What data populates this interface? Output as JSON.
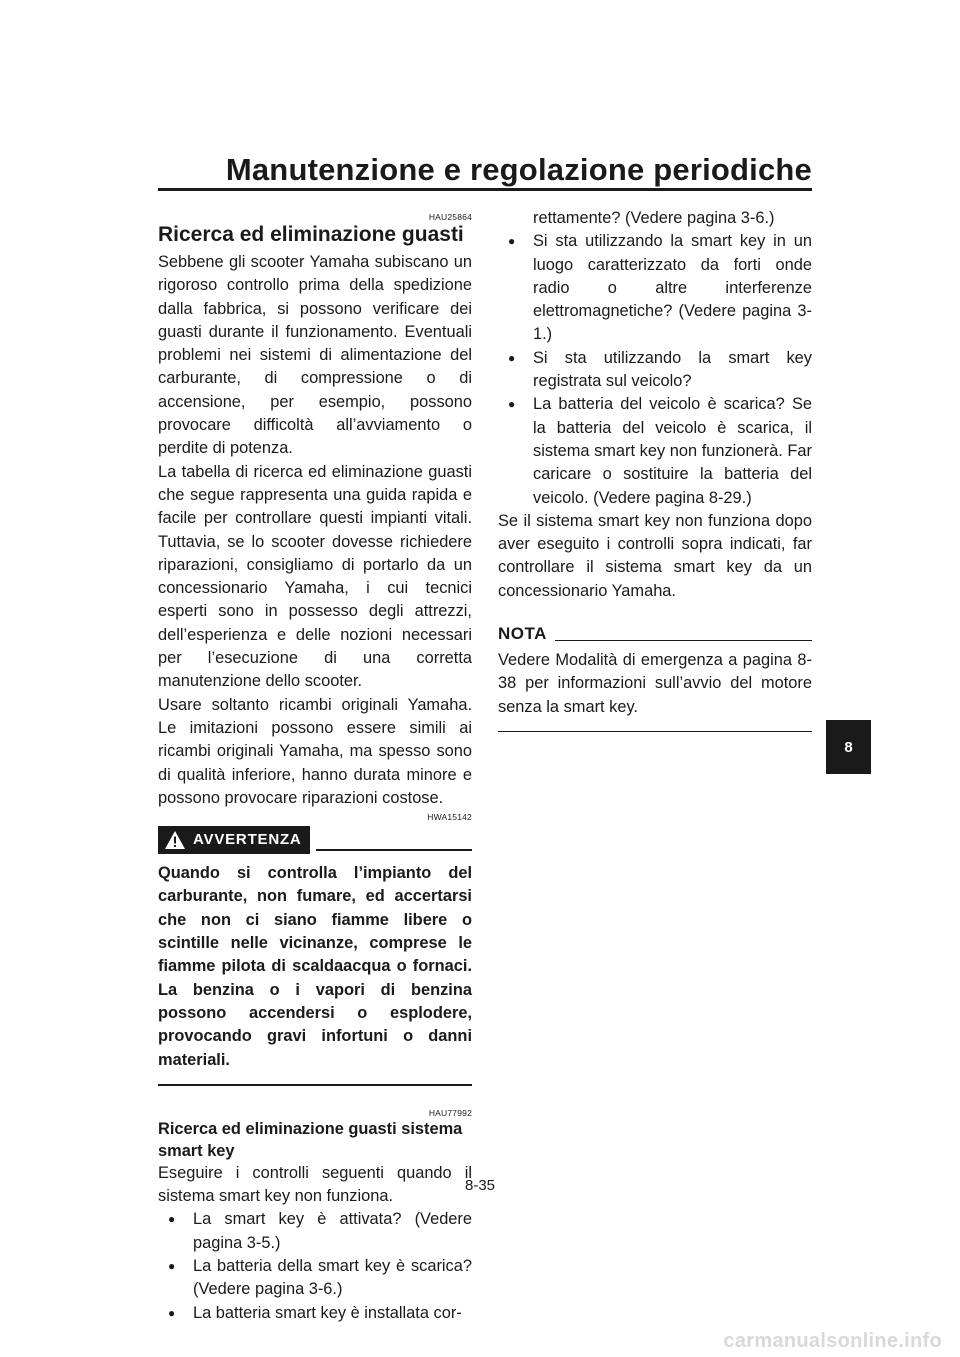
{
  "header": {
    "title": "Manutenzione e regolazione periodiche"
  },
  "chapter_tab": "8",
  "left": {
    "code1": "HAU25864",
    "h1": "Ricerca ed eliminazione guasti",
    "p1": "Sebbene gli scooter Yamaha subiscano un rigoroso controllo prima della spedizione dalla fabbrica, si possono verificare dei guasti durante il funzionamento. Eventuali problemi nei sistemi di alimentazione del carburante, di compressione o di accensione, per esempio, possono provocare difficoltà all’avviamento o perdite di potenza.",
    "p2": "La tabella di ricerca ed eliminazione guasti che segue rappresenta una guida rapida e facile per controllare questi impianti vitali. Tuttavia, se lo scooter dovesse richiedere riparazioni, consigliamo di portarlo da un concessionario Yamaha, i cui tecnici esperti sono in possesso degli attrezzi, dell’esperienza e delle nozioni necessari per l’esecuzione di una corretta manutenzione dello scooter.",
    "p3": "Usare soltanto ricambi originali Yamaha. Le imitazioni possono essere simili ai ricambi originali Yamaha, ma spesso sono di qualità inferiore, hanno durata minore e possono provocare riparazioni costose.",
    "warning_code": "HWA15142",
    "warning_label": "AVVERTENZA",
    "warning_text": "Quando si controlla l’impianto del carburante, non fumare, ed accertarsi che non ci siano fiamme libere o scintille nelle vicinanze, comprese le fiamme pilota di scaldaacqua o fornaci. La benzina o i vapori di benzina possono accendersi o esplodere, provocando gravi infortuni o danni materiali.",
    "code2": "HAU77992",
    "h2": "Ricerca ed eliminazione guasti sistema smart key",
    "p4": "Eseguire i controlli seguenti quando il sistema smart key non funziona.",
    "bullets": [
      "La smart key è attivata? (Vedere pagina 3-5.)",
      "La batteria della smart key è scarica? (Vedere pagina 3-6.)",
      "La batteria smart key è installata cor-"
    ]
  },
  "right": {
    "bullet_continuation": "rettamente? (Vedere pagina 3-6.)",
    "bullets": [
      "Si sta utilizzando la smart key in un luogo caratterizzato da forti onde radio o altre interferenze elettromagnetiche? (Vedere pagina 3-1.)",
      "Si sta utilizzando la smart key registrata sul veicolo?",
      "La batteria del veicolo è scarica? Se la batteria del veicolo è scarica, il sistema smart key non funzionerà. Far caricare o sostituire la batteria del veicolo. (Vedere pagina 8-29.)"
    ],
    "p1": "Se il sistema smart key non funziona dopo aver eseguito i controlli sopra indicati, far controllare il sistema smart key da un concessionario Yamaha.",
    "nota_label": "NOTA",
    "nota_text": "Vedere Modalità di emergenza a pagina 8-38 per informazioni sull’avvio del motore senza la smart key."
  },
  "page_number": "8-35",
  "watermark": "carmanualsonline.info",
  "bullet_glyph": "●"
}
